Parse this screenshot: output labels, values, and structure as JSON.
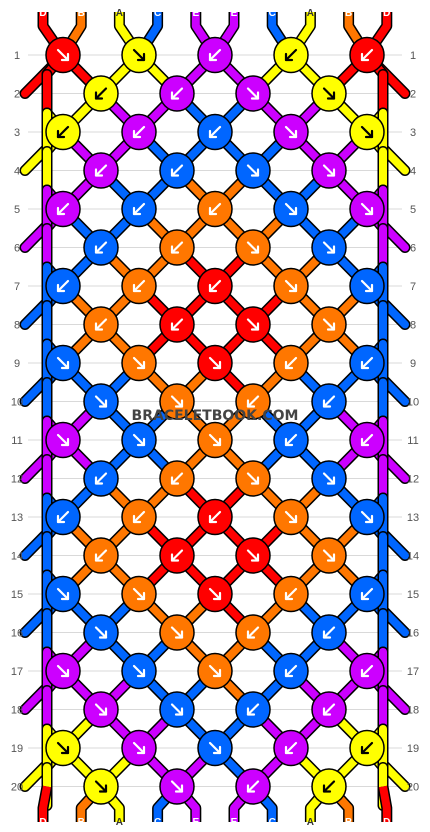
{
  "watermark": "BRACELETBOOK.COM",
  "colors": {
    "A": "#ffff00",
    "B": "#ff7700",
    "C": "#0066ff",
    "D": "#ff0000",
    "E": "#cc00ff"
  },
  "strands_top": [
    "D",
    "B",
    "A",
    "C",
    "E",
    "E",
    "C",
    "A",
    "B",
    "D"
  ],
  "strands_bottom": [
    "D",
    "B",
    "A",
    "C",
    "E",
    "E",
    "C",
    "A",
    "B",
    "D"
  ],
  "row_labels": [
    "1",
    "2",
    "3",
    "4",
    "5",
    "6",
    "7",
    "8",
    "9",
    "10",
    "11",
    "12",
    "13",
    "14",
    "15",
    "16",
    "17",
    "18",
    "19",
    "20"
  ],
  "knots": [
    [
      {
        "c": "D",
        "d": "se"
      },
      {
        "c": "A",
        "d": "se"
      },
      {
        "c": "E",
        "d": "sw"
      },
      {
        "c": "A",
        "d": "sw"
      },
      {
        "c": "D",
        "d": "sw"
      }
    ],
    [
      {
        "c": "A",
        "d": "sw"
      },
      {
        "c": "E",
        "d": "sw"
      },
      {
        "c": "E",
        "d": "se"
      },
      {
        "c": "A",
        "d": "se"
      }
    ],
    [
      {
        "c": "A",
        "d": "sw"
      },
      {
        "c": "E",
        "d": "sw"
      },
      {
        "c": "C",
        "d": "sw"
      },
      {
        "c": "E",
        "d": "se"
      },
      {
        "c": "A",
        "d": "se"
      }
    ],
    [
      {
        "c": "E",
        "d": "sw"
      },
      {
        "c": "C",
        "d": "sw"
      },
      {
        "c": "C",
        "d": "se"
      },
      {
        "c": "E",
        "d": "se"
      }
    ],
    [
      {
        "c": "E",
        "d": "sw"
      },
      {
        "c": "C",
        "d": "sw"
      },
      {
        "c": "B",
        "d": "sw"
      },
      {
        "c": "C",
        "d": "se"
      },
      {
        "c": "E",
        "d": "se"
      }
    ],
    [
      {
        "c": "C",
        "d": "sw"
      },
      {
        "c": "B",
        "d": "sw"
      },
      {
        "c": "B",
        "d": "se"
      },
      {
        "c": "C",
        "d": "se"
      }
    ],
    [
      {
        "c": "C",
        "d": "sw"
      },
      {
        "c": "B",
        "d": "sw"
      },
      {
        "c": "D",
        "d": "sw"
      },
      {
        "c": "B",
        "d": "se"
      },
      {
        "c": "C",
        "d": "se"
      }
    ],
    [
      {
        "c": "B",
        "d": "sw"
      },
      {
        "c": "D",
        "d": "sw"
      },
      {
        "c": "D",
        "d": "se"
      },
      {
        "c": "B",
        "d": "se"
      }
    ],
    [
      {
        "c": "C",
        "d": "se"
      },
      {
        "c": "B",
        "d": "se"
      },
      {
        "c": "D",
        "d": "se"
      },
      {
        "c": "B",
        "d": "sw"
      },
      {
        "c": "C",
        "d": "sw"
      }
    ],
    [
      {
        "c": "C",
        "d": "se"
      },
      {
        "c": "B",
        "d": "se"
      },
      {
        "c": "B",
        "d": "sw"
      },
      {
        "c": "C",
        "d": "sw"
      }
    ],
    [
      {
        "c": "E",
        "d": "se"
      },
      {
        "c": "C",
        "d": "se"
      },
      {
        "c": "B",
        "d": "se"
      },
      {
        "c": "C",
        "d": "sw"
      },
      {
        "c": "E",
        "d": "sw"
      }
    ],
    [
      {
        "c": "C",
        "d": "sw"
      },
      {
        "c": "B",
        "d": "sw"
      },
      {
        "c": "B",
        "d": "se"
      },
      {
        "c": "C",
        "d": "se"
      }
    ],
    [
      {
        "c": "C",
        "d": "sw"
      },
      {
        "c": "B",
        "d": "sw"
      },
      {
        "c": "D",
        "d": "sw"
      },
      {
        "c": "B",
        "d": "se"
      },
      {
        "c": "C",
        "d": "se"
      }
    ],
    [
      {
        "c": "B",
        "d": "sw"
      },
      {
        "c": "D",
        "d": "sw"
      },
      {
        "c": "D",
        "d": "se"
      },
      {
        "c": "B",
        "d": "se"
      }
    ],
    [
      {
        "c": "C",
        "d": "se"
      },
      {
        "c": "B",
        "d": "se"
      },
      {
        "c": "D",
        "d": "se"
      },
      {
        "c": "B",
        "d": "sw"
      },
      {
        "c": "C",
        "d": "sw"
      }
    ],
    [
      {
        "c": "C",
        "d": "se"
      },
      {
        "c": "B",
        "d": "se"
      },
      {
        "c": "B",
        "d": "sw"
      },
      {
        "c": "C",
        "d": "sw"
      }
    ],
    [
      {
        "c": "E",
        "d": "se"
      },
      {
        "c": "C",
        "d": "se"
      },
      {
        "c": "B",
        "d": "se"
      },
      {
        "c": "C",
        "d": "sw"
      },
      {
        "c": "E",
        "d": "sw"
      }
    ],
    [
      {
        "c": "E",
        "d": "se"
      },
      {
        "c": "C",
        "d": "se"
      },
      {
        "c": "C",
        "d": "sw"
      },
      {
        "c": "E",
        "d": "sw"
      }
    ],
    [
      {
        "c": "A",
        "d": "se"
      },
      {
        "c": "E",
        "d": "se"
      },
      {
        "c": "C",
        "d": "se"
      },
      {
        "c": "E",
        "d": "sw"
      },
      {
        "c": "A",
        "d": "sw"
      }
    ],
    [
      {
        "c": "A",
        "d": "se"
      },
      {
        "c": "E",
        "d": "se"
      },
      {
        "c": "E",
        "d": "sw"
      },
      {
        "c": "A",
        "d": "sw"
      }
    ]
  ]
}
